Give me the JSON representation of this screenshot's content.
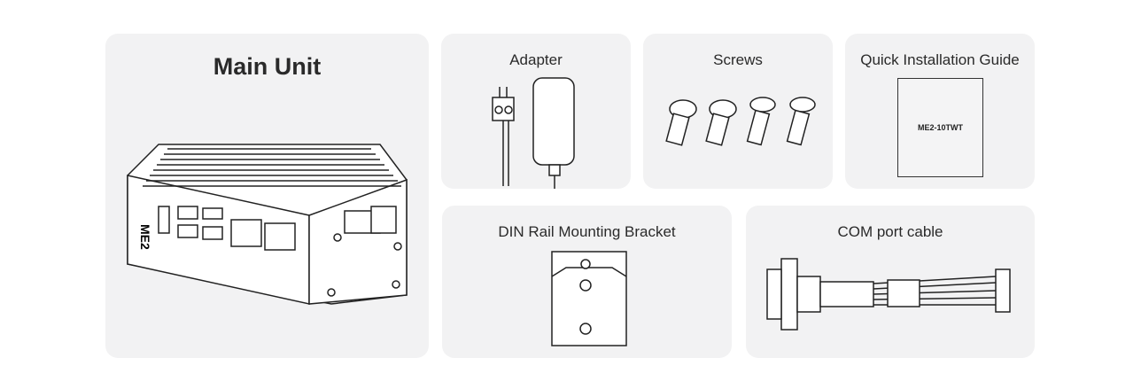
{
  "items": [
    {
      "label": "Main Unit"
    },
    {
      "label": "Adapter"
    },
    {
      "label": "Screws"
    },
    {
      "label": "Quick Installation Guide",
      "guide_text": "ME2-10TWT"
    },
    {
      "label": "DIN Rail Mounting Bracket"
    },
    {
      "label": "COM port cable"
    }
  ],
  "device_logo": "ME2",
  "colors": {
    "card_bg": "#f2f2f3",
    "line": "#222222"
  }
}
